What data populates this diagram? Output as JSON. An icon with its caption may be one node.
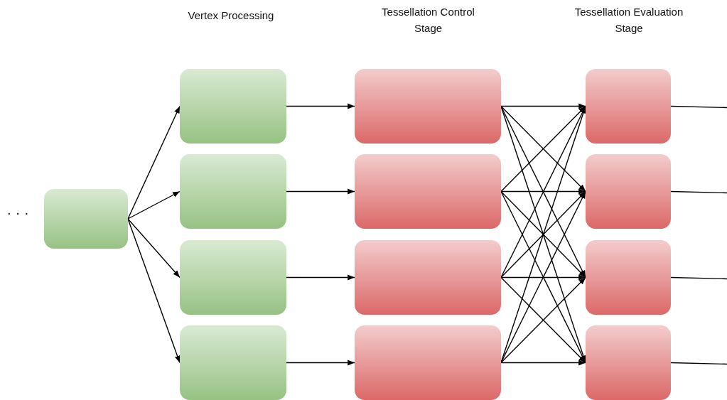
{
  "diagram": {
    "nodes": [
      {
        "text": [],
        "shape": "box"
      },
      {
        "text": [],
        "shape": "box"
      },
      {
        "text": [],
        "shape": "box"
      },
      {
        "text": [],
        "shape": "box"
      },
      {
        "text": [],
        "shape": "box"
      },
      {
        "text": [],
        "shape": "box"
      },
      {
        "text": [],
        "shape": "box"
      },
      {
        "text": [],
        "shape": "box"
      },
      {
        "text": [],
        "shape": "box"
      },
      {
        "text": [],
        "shape": "box"
      },
      {
        "text": [],
        "shape": "box"
      },
      {
        "text": [],
        "shape": "box"
      },
      {
        "text": [],
        "shape": "box"
      }
    ],
    "edges": [
      {
        "from": 0,
        "to": 1,
        "arrow": "to"
      },
      {
        "from": 0,
        "to": 2,
        "arrow": "to"
      },
      {
        "from": 0,
        "to": 3,
        "arrow": "to"
      },
      {
        "from": 0,
        "to": 4,
        "arrow": "to"
      },
      {
        "from": 1,
        "to": 5,
        "arrow": "to"
      },
      {
        "from": 2,
        "to": 6,
        "arrow": "to"
      },
      {
        "from": 3,
        "to": 7,
        "arrow": "to"
      },
      {
        "from": 4,
        "to": 8,
        "arrow": "to"
      },
      {
        "from": 5,
        "to": 9,
        "arrow": "to"
      },
      {
        "from": 5,
        "to": 10,
        "arrow": "to"
      },
      {
        "from": 5,
        "to": 11,
        "arrow": "to"
      },
      {
        "from": 5,
        "to": 12,
        "arrow": "to"
      },
      {
        "from": 6,
        "to": 9,
        "arrow": "to"
      },
      {
        "from": 6,
        "to": 10,
        "arrow": "to"
      },
      {
        "from": 6,
        "to": 11,
        "arrow": "to"
      },
      {
        "from": 6,
        "to": 12,
        "arrow": "to"
      },
      {
        "from": 7,
        "to": 9,
        "arrow": "to"
      },
      {
        "from": 7,
        "to": 10,
        "arrow": "to"
      },
      {
        "from": 7,
        "to": 11,
        "arrow": "to"
      },
      {
        "from": 7,
        "to": 12,
        "arrow": "to"
      },
      {
        "from": 8,
        "to": 9,
        "arrow": "to"
      },
      {
        "from": 8,
        "to": 10,
        "arrow": "to"
      },
      {
        "from": 8,
        "to": 11,
        "arrow": "to"
      },
      {
        "from": 8,
        "to": 12,
        "arrow": "to"
      },
      {
        "from": 9,
        "to": null,
        "arrow": "none"
      },
      {
        "from": 10,
        "to": null,
        "arrow": "none"
      },
      {
        "from": 11,
        "to": null,
        "arrow": "none"
      },
      {
        "from": 12,
        "to": null,
        "arrow": "none"
      }
    ],
    "labels": [
      "· · ·",
      "Vertex Processing",
      "Tessellation Control Stage",
      "Tessellation Evaluation Stage"
    ]
  }
}
